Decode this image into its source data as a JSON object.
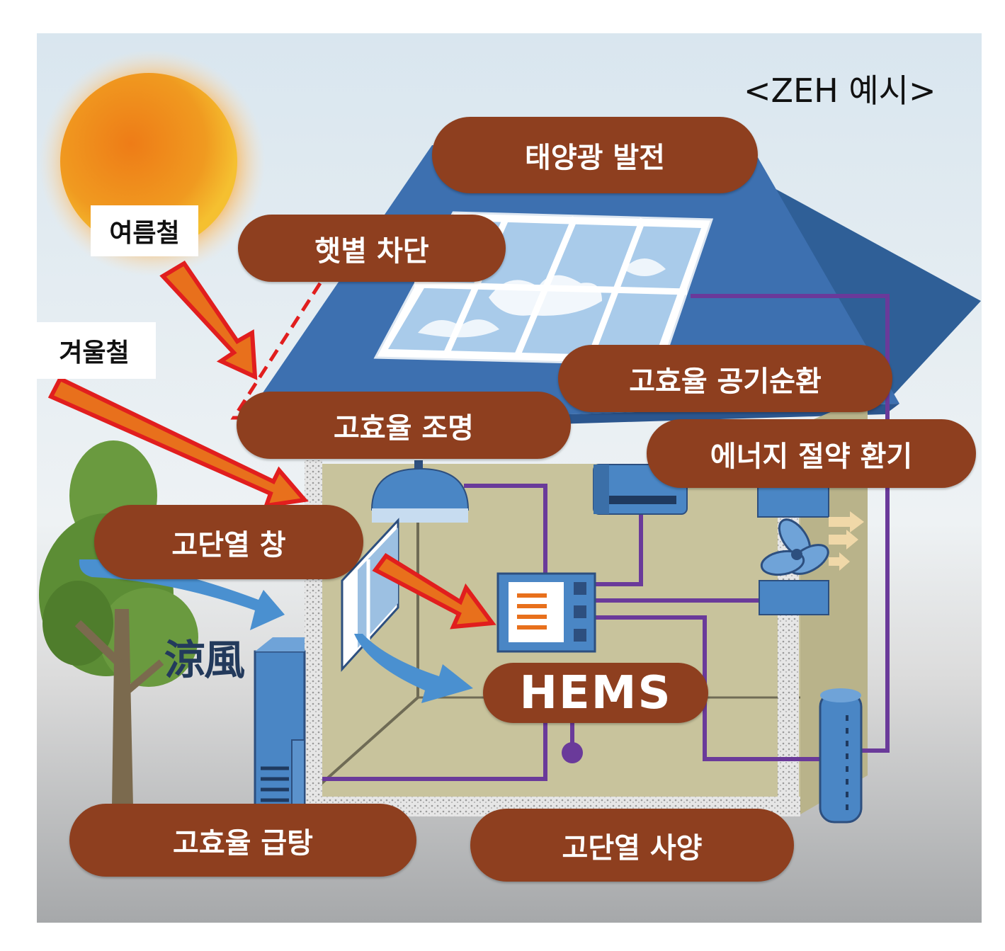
{
  "caption": "<ZEH 예시>",
  "season_labels": {
    "summer": "여름철",
    "winter": "겨울철"
  },
  "wind_text": "涼風",
  "features": {
    "solar": "태양광 발전",
    "shading": "햇볕 차단",
    "ventilation_cycle": "고효율 공기순환",
    "lighting": "고효율 조명",
    "energy_saving_ventilation": "에너지 절약 환기",
    "insulated_window": "고단열 창",
    "hems": "HEMS",
    "water_heating": "고효율 급탕",
    "insulation_spec": "고단열 사양"
  },
  "colors": {
    "pill": "#8e3f1f",
    "roof": "#3d70b0",
    "wall": "#c8c39c",
    "wiring": "#6a3a9a",
    "sun": "#f08c1e",
    "sun_arrow": "#e8701c",
    "wind_arrow": "#4a90d0"
  },
  "icons": [
    "sun-icon",
    "tree-icon",
    "solar-panel-icon",
    "ceiling-light-icon",
    "air-conditioner-icon",
    "fan-icon",
    "hems-panel-icon",
    "water-heater-icon",
    "window-icon",
    "sunlight-arrow-icon",
    "wind-arrow-icon"
  ]
}
